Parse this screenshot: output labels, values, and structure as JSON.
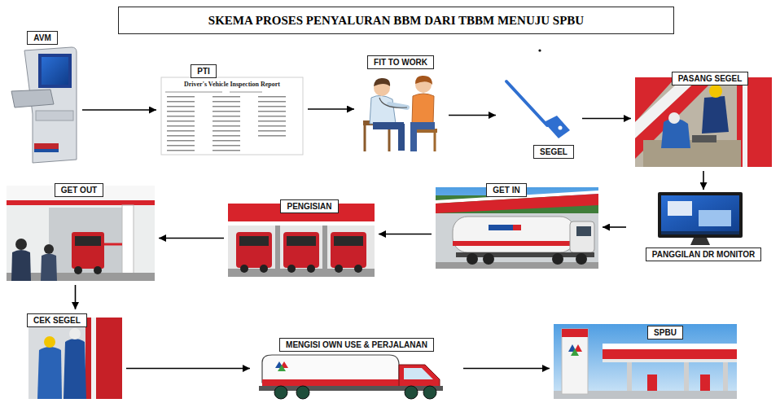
{
  "diagram": {
    "title": "SKEMA PROSES PENYALURAN BBM DARI TBBM MENUJU SPBU",
    "nodes": [
      {
        "text": [
          "AVM"
        ]
      },
      {
        "text": [
          "PTI"
        ]
      },
      {
        "text": [
          "FIT TO WORK"
        ]
      },
      {
        "text": [
          "SEGEL"
        ]
      },
      {
        "text": [
          "PASANG SEGEL"
        ]
      },
      {
        "text": [
          "PANGGILAN DR MONITOR"
        ]
      },
      {
        "text": [
          "GET IN"
        ]
      },
      {
        "text": [
          "PENGISIAN"
        ]
      },
      {
        "text": [
          "GET OUT"
        ]
      },
      {
        "text": [
          "CEK SEGEL"
        ]
      },
      {
        "text": [
          "MENGISI OWN USE & PERJALANAN"
        ]
      },
      {
        "text": [
          "SPBU"
        ]
      }
    ],
    "edges": [
      {
        "from": 0,
        "to": 1,
        "arrow": "to"
      },
      {
        "from": 1,
        "to": 2,
        "arrow": "to"
      },
      {
        "from": 2,
        "to": 3,
        "arrow": "to"
      },
      {
        "from": 3,
        "to": 4,
        "arrow": "to"
      },
      {
        "from": 4,
        "to": 5,
        "arrow": "to"
      },
      {
        "from": 5,
        "to": 6,
        "arrow": "to"
      },
      {
        "from": 6,
        "to": 7,
        "arrow": "to"
      },
      {
        "from": 7,
        "to": 8,
        "arrow": "to"
      },
      {
        "from": 8,
        "to": 9,
        "arrow": "to"
      },
      {
        "from": 9,
        "to": 10,
        "arrow": "to"
      },
      {
        "from": 10,
        "to": 11,
        "arrow": "to"
      }
    ],
    "labels": [
      "Driver's Vehicle Inspection Report"
    ]
  }
}
